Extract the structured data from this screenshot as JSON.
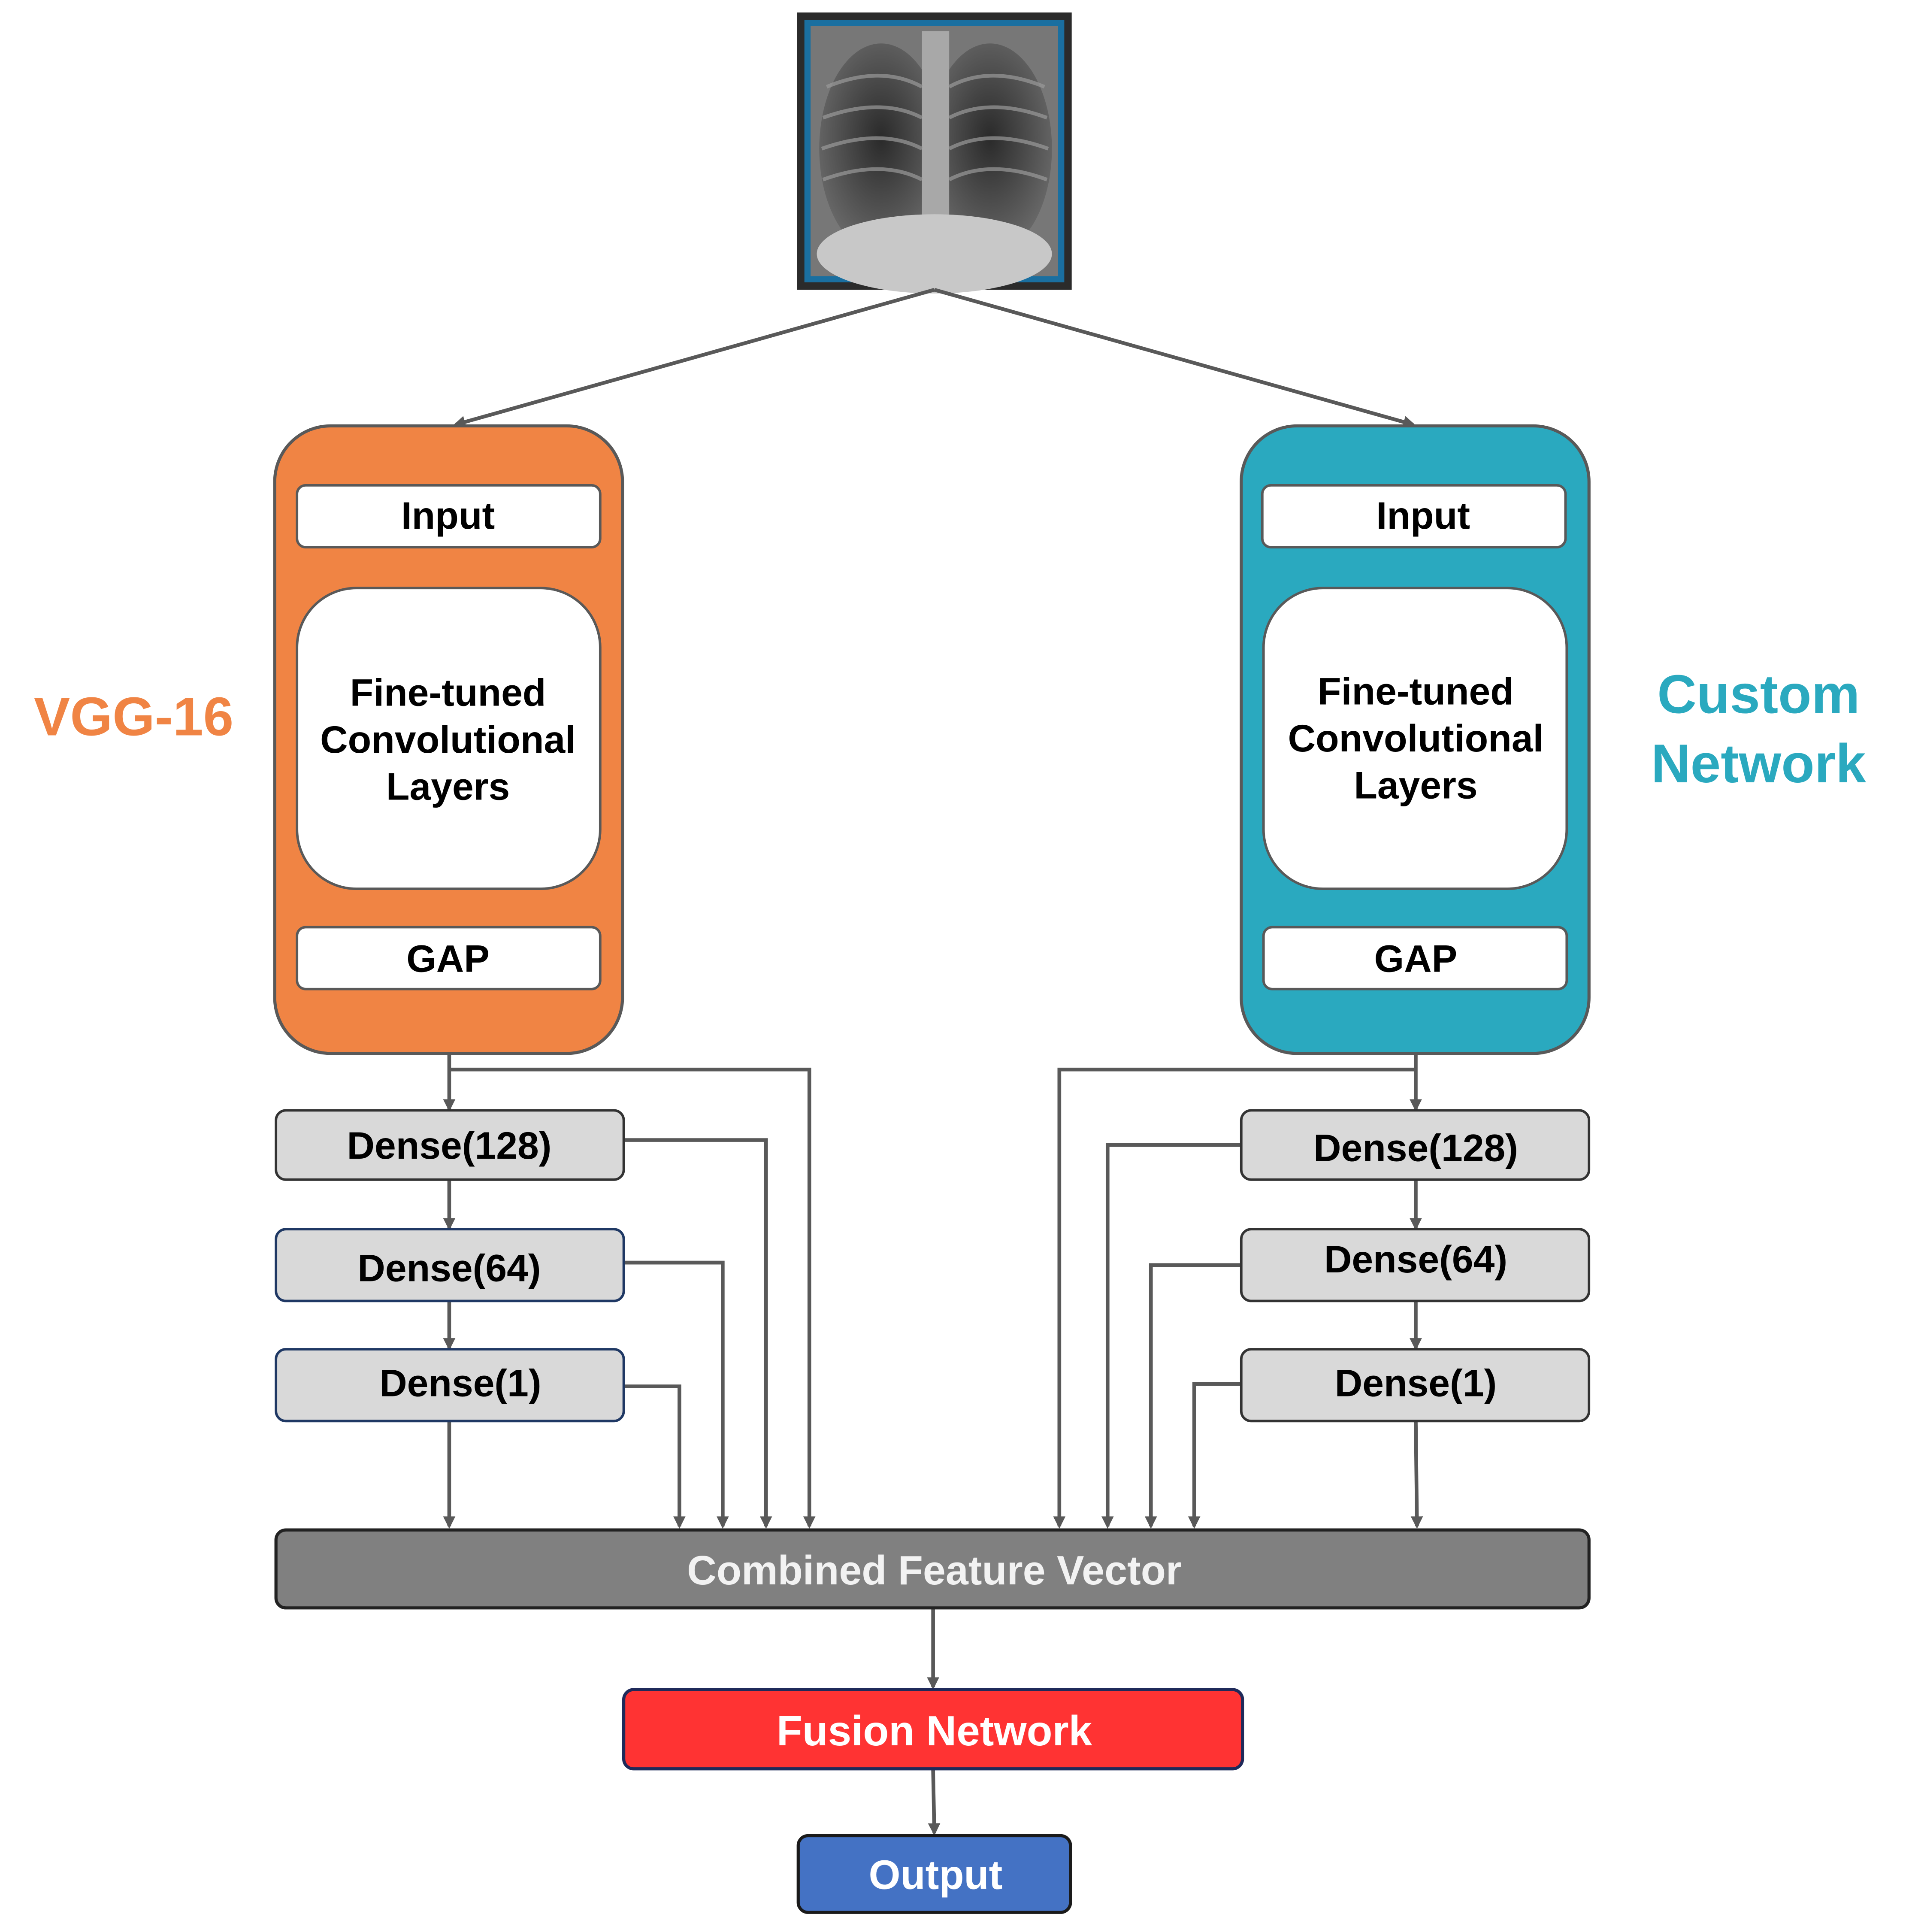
{
  "colors": {
    "vgg": "#f08444",
    "custom": "#2aa9bf",
    "dense_fill": "#d9d9d9",
    "combined": "#808080",
    "fusion": "#ff3333",
    "output": "#4472c4",
    "connector": "#595959",
    "xray_frame": "#1a6fa0"
  },
  "input_image": {
    "icon": "chest-xray-image"
  },
  "vgg": {
    "title": "VGG-16",
    "input": "Input",
    "conv": [
      "Fine-tuned",
      "Convolutional",
      "Layers"
    ],
    "gap": "GAP",
    "dense128": "Dense(128)",
    "dense64": "Dense(64)",
    "dense1": "Dense(1)"
  },
  "custom": {
    "title": [
      "Custom",
      "Network"
    ],
    "input": "Input",
    "conv": [
      "Fine-tuned",
      "Convolutional",
      "Layers"
    ],
    "gap": "GAP",
    "dense128": "Dense(128)",
    "dense64": "Dense(64)",
    "dense1": "Dense(1)"
  },
  "combined": "Combined Feature Vector",
  "fusion": "Fusion Network",
  "output": "Output"
}
